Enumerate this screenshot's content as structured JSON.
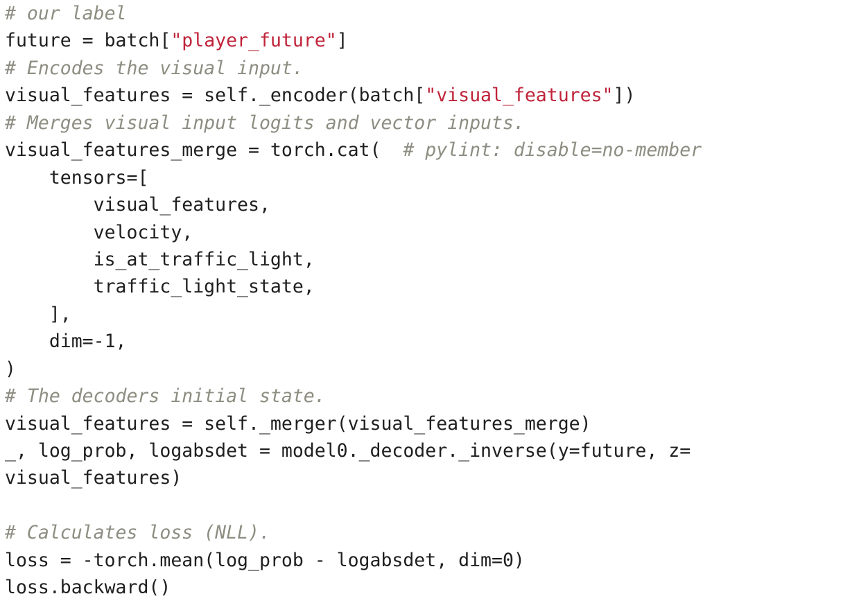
{
  "colors": {
    "background": "#ffffff",
    "text": "#1f1f1f",
    "comment": "#8d8d82",
    "string": "#c0233a"
  },
  "code": {
    "lines": [
      [
        {
          "type": "comment",
          "text": "# our label"
        }
      ],
      [
        {
          "type": "plain",
          "text": "future = batch["
        },
        {
          "type": "string",
          "text": "\"player_future\""
        },
        {
          "type": "plain",
          "text": "]"
        }
      ],
      [
        {
          "type": "comment",
          "text": "# Encodes the visual input."
        }
      ],
      [
        {
          "type": "plain",
          "text": "visual_features = self._encoder(batch["
        },
        {
          "type": "string",
          "text": "\"visual_features\""
        },
        {
          "type": "plain",
          "text": "])"
        }
      ],
      [
        {
          "type": "comment",
          "text": "# Merges visual input logits and vector inputs."
        }
      ],
      [
        {
          "type": "plain",
          "text": "visual_features_merge = torch.cat(  "
        },
        {
          "type": "comment",
          "text": "# pylint: disable=no-member"
        }
      ],
      [
        {
          "type": "plain",
          "text": "    tensors=["
        }
      ],
      [
        {
          "type": "plain",
          "text": "        visual_features,"
        }
      ],
      [
        {
          "type": "plain",
          "text": "        velocity,"
        }
      ],
      [
        {
          "type": "plain",
          "text": "        is_at_traffic_light,"
        }
      ],
      [
        {
          "type": "plain",
          "text": "        traffic_light_state,"
        }
      ],
      [
        {
          "type": "plain",
          "text": "    ],"
        }
      ],
      [
        {
          "type": "plain",
          "text": "    dim=-1,"
        }
      ],
      [
        {
          "type": "plain",
          "text": ")"
        }
      ],
      [
        {
          "type": "comment",
          "text": "# The decoders initial state."
        }
      ],
      [
        {
          "type": "plain",
          "text": "visual_features = self._merger(visual_features_merge)"
        }
      ],
      [
        {
          "type": "plain",
          "text": "_, log_prob, logabsdet = model0._decoder._inverse(y=future, z="
        }
      ],
      [
        {
          "type": "plain",
          "text": "visual_features)"
        }
      ],
      [],
      [
        {
          "type": "comment",
          "text": "# Calculates loss (NLL)."
        }
      ],
      [
        {
          "type": "plain",
          "text": "loss = -torch.mean(log_prob - logabsdet, dim=0)"
        }
      ],
      [
        {
          "type": "plain",
          "text": "loss.backward()"
        }
      ]
    ]
  }
}
